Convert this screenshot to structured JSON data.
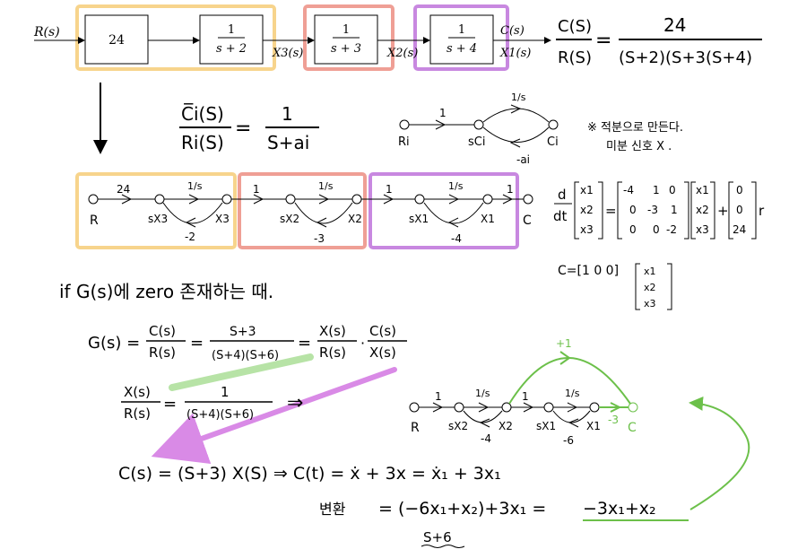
{
  "colors": {
    "yellow": "#f7d48c",
    "salmon": "#ef9f95",
    "violet": "#c888e0",
    "green": "#6cc04a",
    "light_green": "#b7e3a6",
    "magenta": "#d98ae6",
    "ink": "#000000"
  },
  "block_diagram": {
    "input": "R(s)",
    "output": "C(s)",
    "blocks": [
      {
        "num": "24",
        "den": ""
      },
      {
        "num": "1",
        "den": "s + 2"
      },
      {
        "num": "1",
        "den": "s + 3"
      },
      {
        "num": "1",
        "den": "s + 4"
      }
    ],
    "signals": [
      "X3(s)",
      "X2(s)",
      "X1(s)"
    ]
  },
  "tf_eq": {
    "lhs_num": "C(S)",
    "lhs_den": "R(S)",
    "rhs_num": "24",
    "rhs_den": "(S+2)(S+3(S+4)"
  },
  "generic_eq": {
    "lhs_num": "C̅i(S)",
    "lhs_den": "Ri(S)",
    "rhs_num": "1",
    "rhs_den": "S+ai"
  },
  "generic_sfg": {
    "in_label": "Ri",
    "mid_label": "sCi",
    "out_label": "Ci",
    "fwd_gain": "1",
    "int_gain": "1/s",
    "fb_gain": "-ai"
  },
  "korean_note": {
    "line1": "※ 적분으로 만든다.",
    "line2": "미분 신호 X ."
  },
  "sfg_main": {
    "nodes": [
      "R",
      "sX3",
      "X3",
      "sX2",
      "X2",
      "sX1",
      "X1",
      "C"
    ],
    "gains_top": [
      "24",
      "1/s",
      "1",
      "1/s",
      "1",
      "1/s",
      "1"
    ],
    "feedback": [
      "-2",
      "-3",
      "-4"
    ]
  },
  "state_eq": {
    "lhs_d": "d",
    "lhs_dt": "dt",
    "x_vec": [
      "x1",
      "x2",
      "x3"
    ],
    "a_matrix": [
      [
        "-4",
        "1",
        "0"
      ],
      [
        "0",
        "-3",
        "1"
      ],
      [
        "0",
        "0",
        "-2"
      ]
    ],
    "b_vec": [
      "0",
      "0",
      "24"
    ],
    "input": "r",
    "c_row": "C=[1 0 0]"
  },
  "zero_case": {
    "title": "if G(s)에 zero 존재하는 때.",
    "g_line": {
      "g": "G(s) =",
      "f1_num": "C(s)",
      "f1_den": "R(s)",
      "f2_num": "S+3",
      "f2_den": "(S+4)(S+6)",
      "f3_num": "X(s)",
      "f3_den": "R(s)",
      "f4_num": "C(s)",
      "f4_den": "X(s)"
    },
    "x_line": {
      "lhs_num": "X(s)",
      "lhs_den": "R(s)",
      "rhs_num": "1",
      "rhs_den": "(S+4)(S+6)",
      "arrow": "⇒"
    },
    "c_line": "C(s) = (S+3) X(S) ⇒ C(t) = ẋ + 3x = ẋ₁ + 3x₁",
    "var_line": {
      "label": "변환",
      "expr": "= (−6x₁+x₂)+3x₁ = ",
      "result": "−3x₁+x₂"
    },
    "s6": "S+6"
  },
  "sfg_zero": {
    "nodes": [
      "R",
      "sX2",
      "X2",
      "sX1",
      "X1",
      "C"
    ],
    "gains_top": [
      "1",
      "1/s",
      "1",
      "1/s"
    ],
    "feedback": [
      "-4",
      "-6"
    ],
    "green_top": "+1",
    "green_low": "-3"
  }
}
